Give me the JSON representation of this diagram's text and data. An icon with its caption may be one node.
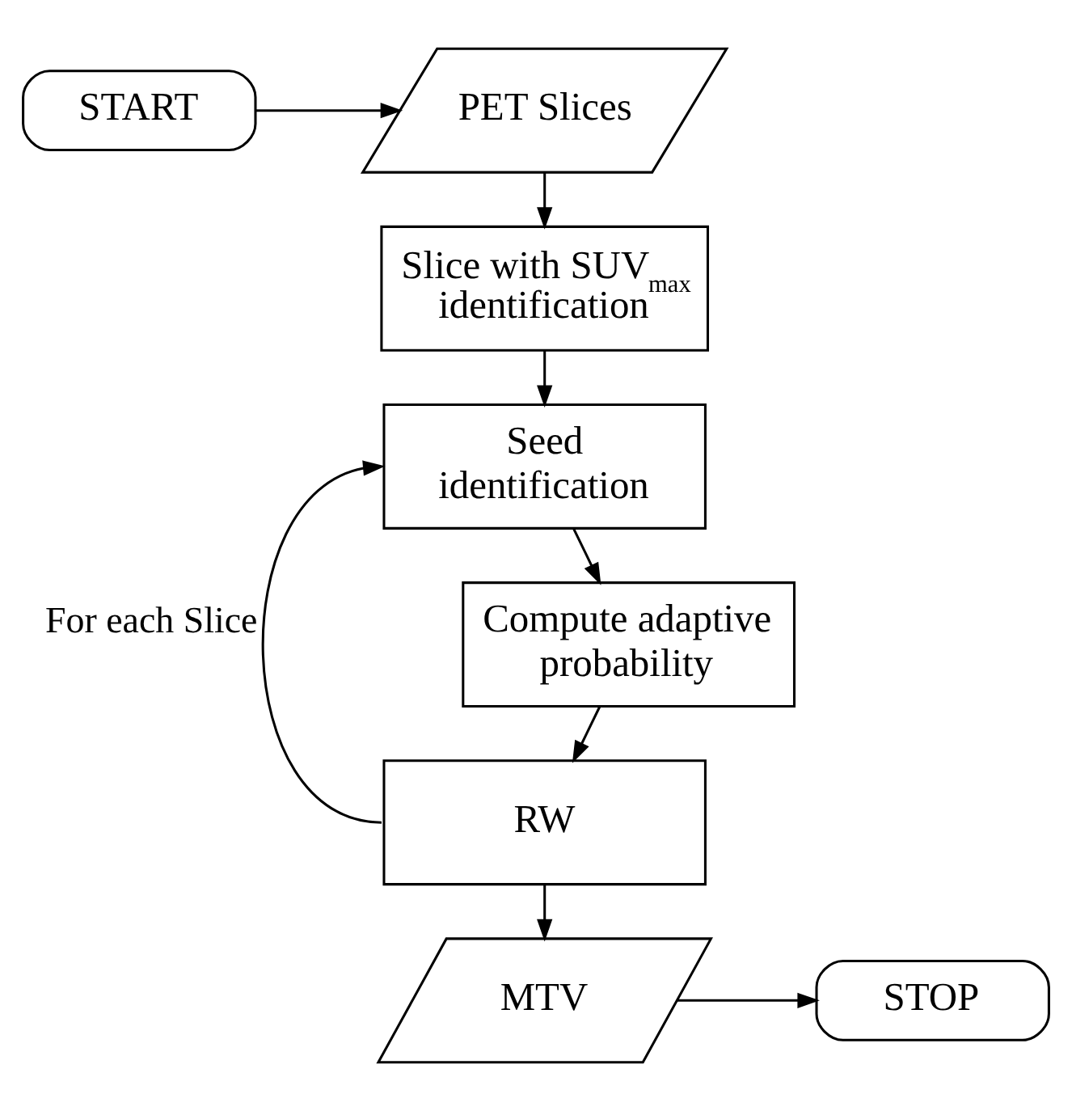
{
  "diagram": {
    "nodes": [
      {
        "text": [
          "START"
        ]
      },
      {
        "text": [
          "PET Slices"
        ]
      },
      {
        "text": [
          "Slice with SUV$_{max}$ identification"
        ]
      },
      {
        "text": [
          "Seed identification"
        ]
      },
      {
        "text": [
          "Compute adaptive probability"
        ]
      },
      {
        "text": [
          "RW"
        ]
      },
      {
        "text": [
          "MTV"
        ]
      },
      {
        "text": [
          "STOP"
        ]
      }
    ],
    "edges": [
      {
        "from": 0,
        "to": 1,
        "arrow": "to"
      },
      {
        "from": 1,
        "to": 2,
        "arrow": "to"
      },
      {
        "from": 2,
        "to": 3,
        "arrow": "to"
      },
      {
        "from": 3,
        "to": 4,
        "arrow": "to"
      },
      {
        "from": 4,
        "to": 5,
        "arrow": "to"
      },
      {
        "from": 5,
        "to": 3,
        "arrow": "to",
        "label": "For each Slice"
      },
      {
        "from": 5,
        "to": 6,
        "arrow": "to"
      },
      {
        "from": 6,
        "to": 7,
        "arrow": "to"
      }
    ]
  }
}
